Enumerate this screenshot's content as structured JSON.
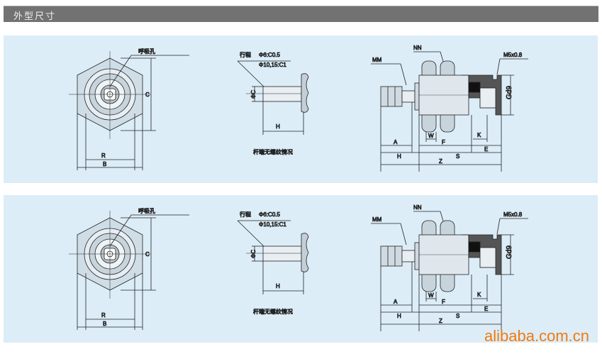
{
  "header": {
    "title": "外型尺寸"
  },
  "panels": [
    {
      "breather_label": "呼吸孔",
      "dim_C": "C",
      "dim_R": "R",
      "dim_B": "B",
      "stroke_label": "行程",
      "chamfer1": "Φ6:C0.5",
      "chamfer2": "Φ10,15:C1",
      "dim_phiC": "ΦC",
      "dim_H": "H",
      "caption": "杆端无螺纹情况",
      "MM": "MM",
      "NN": "NN",
      "M5": "M5x0.8",
      "Gd9": "Gd9",
      "W": "W",
      "F": "F",
      "K": "K",
      "E": "E",
      "A": "A",
      "H": "H",
      "S": "S",
      "Z": "Z"
    },
    {
      "breather_label": "呼吸孔",
      "dim_C": "C",
      "dim_R": "R",
      "dim_B": "B",
      "stroke_label": "行程",
      "chamfer1": "Φ6:C0.5",
      "chamfer2": "Φ10,15:C1",
      "dim_phiC": "ΦC",
      "dim_H": "H",
      "caption": "杆端无螺纹情况",
      "MM": "MM",
      "NN": "NN",
      "M5": "M5x0.8",
      "Gd9": "Gd9",
      "W": "W",
      "F": "F",
      "K": "K",
      "E": "E",
      "A": "A",
      "H": "H",
      "S": "S",
      "Z": "Z"
    }
  ],
  "watermark": "alibaba.com.cn"
}
